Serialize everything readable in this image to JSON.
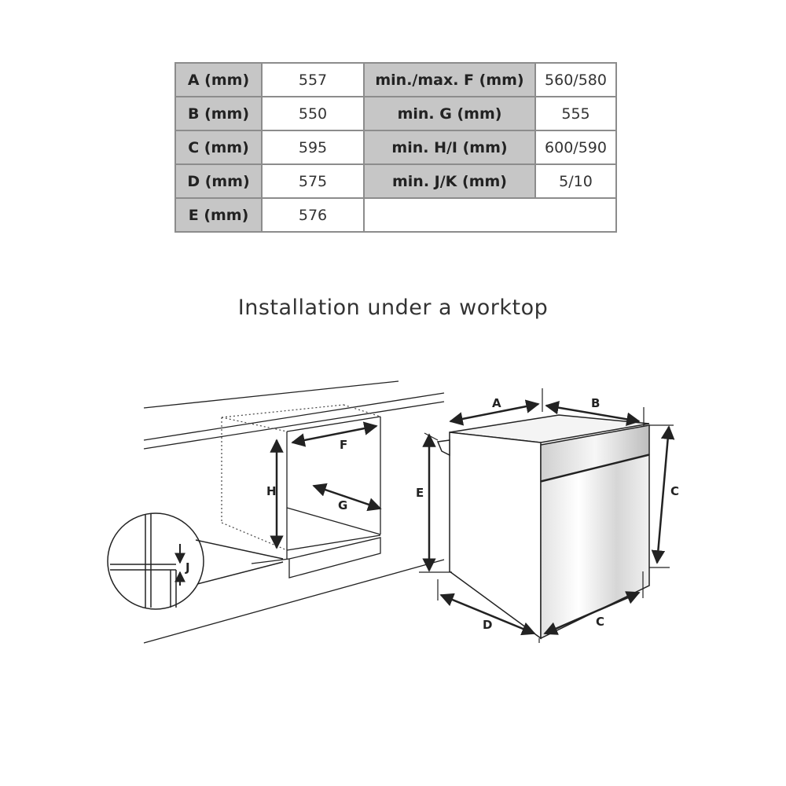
{
  "table": {
    "rows": [
      [
        {
          "label": "A (mm)",
          "value": "557"
        },
        {
          "label": "min./max. F (mm)",
          "value": "560/580"
        }
      ],
      [
        {
          "label": "B (mm)",
          "value": "550"
        },
        {
          "label": "min. G (mm)",
          "value": "555"
        }
      ],
      [
        {
          "label": "C (mm)",
          "value": "595"
        },
        {
          "label": "min. H/I (mm)",
          "value": "600/590"
        }
      ],
      [
        {
          "label": "D (mm)",
          "value": "575"
        },
        {
          "label": "min. J/K (mm)",
          "value": "5/10"
        }
      ],
      [
        {
          "label": "E (mm)",
          "value": "576"
        }
      ]
    ]
  },
  "title": "Installation under a worktop",
  "diagram_labels": {
    "A": "A",
    "B": "B",
    "C_right": "C",
    "C_bottom": "C",
    "D": "D",
    "E": "E",
    "F": "F",
    "G": "G",
    "H": "H",
    "J": "J"
  },
  "colors": {
    "label_cell": "#c6c6c6",
    "border": "#8c8c8c",
    "line": "#222222"
  }
}
